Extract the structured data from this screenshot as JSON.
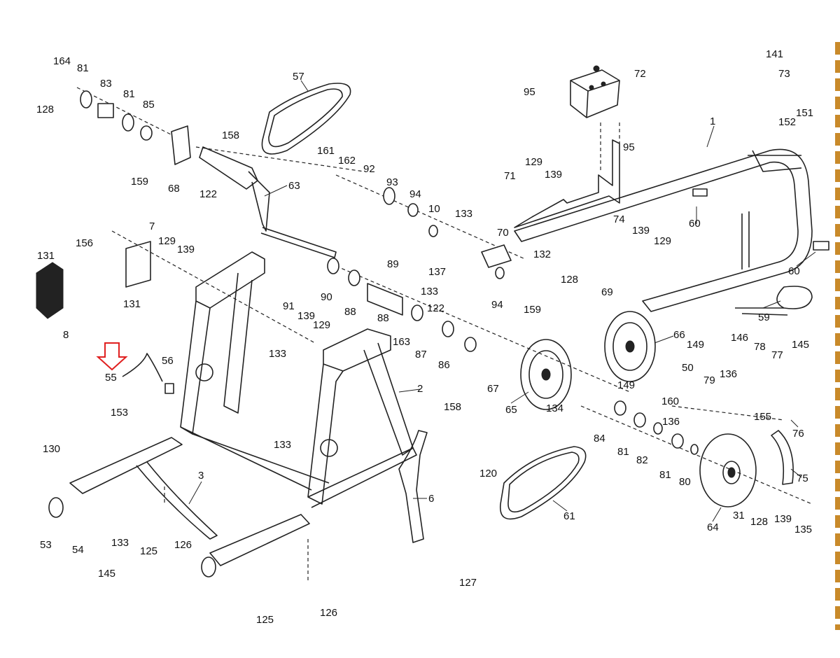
{
  "diagram": {
    "type": "exploded-parts-diagram",
    "highlight_color": "#e02020",
    "highlighted_part": "55",
    "edge_color": "#c98a2a",
    "parts": [
      {
        "id": "1"
      },
      {
        "id": "2"
      },
      {
        "id": "3"
      },
      {
        "id": "6"
      },
      {
        "id": "7"
      },
      {
        "id": "8"
      },
      {
        "id": "10"
      },
      {
        "id": "31"
      },
      {
        "id": "50"
      },
      {
        "id": "53"
      },
      {
        "id": "54"
      },
      {
        "id": "55"
      },
      {
        "id": "56"
      },
      {
        "id": "57"
      },
      {
        "id": "59"
      },
      {
        "id": "60a"
      },
      {
        "id": "60b"
      },
      {
        "id": "61"
      },
      {
        "id": "63"
      },
      {
        "id": "64"
      },
      {
        "id": "65"
      },
      {
        "id": "66"
      },
      {
        "id": "67"
      },
      {
        "id": "68"
      },
      {
        "id": "69"
      },
      {
        "id": "70"
      },
      {
        "id": "71"
      },
      {
        "id": "72"
      },
      {
        "id": "73"
      },
      {
        "id": "74"
      },
      {
        "id": "75"
      },
      {
        "id": "76"
      },
      {
        "id": "77"
      },
      {
        "id": "78"
      },
      {
        "id": "79"
      },
      {
        "id": "80"
      },
      {
        "id": "81a"
      },
      {
        "id": "81b"
      },
      {
        "id": "81c"
      },
      {
        "id": "81d"
      },
      {
        "id": "82"
      },
      {
        "id": "83"
      },
      {
        "id": "84"
      },
      {
        "id": "85"
      },
      {
        "id": "86"
      },
      {
        "id": "87"
      },
      {
        "id": "88a"
      },
      {
        "id": "88b"
      },
      {
        "id": "89"
      },
      {
        "id": "90"
      },
      {
        "id": "91"
      },
      {
        "id": "92"
      },
      {
        "id": "93"
      },
      {
        "id": "94a"
      },
      {
        "id": "94b"
      },
      {
        "id": "95a"
      },
      {
        "id": "95b"
      },
      {
        "id": "120"
      },
      {
        "id": "122a"
      },
      {
        "id": "122b"
      },
      {
        "id": "125a"
      },
      {
        "id": "125b"
      },
      {
        "id": "126a"
      },
      {
        "id": "126b"
      },
      {
        "id": "127"
      },
      {
        "id": "128a"
      },
      {
        "id": "128b"
      },
      {
        "id": "128c"
      },
      {
        "id": "129a"
      },
      {
        "id": "129b"
      },
      {
        "id": "129c"
      },
      {
        "id": "129d"
      },
      {
        "id": "130"
      },
      {
        "id": "131a"
      },
      {
        "id": "131b"
      },
      {
        "id": "132"
      },
      {
        "id": "133a"
      },
      {
        "id": "133b"
      },
      {
        "id": "133c"
      },
      {
        "id": "133d"
      },
      {
        "id": "133e"
      },
      {
        "id": "134"
      },
      {
        "id": "135"
      },
      {
        "id": "136a"
      },
      {
        "id": "136b"
      },
      {
        "id": "137"
      },
      {
        "id": "139a"
      },
      {
        "id": "139b"
      },
      {
        "id": "139c"
      },
      {
        "id": "139d"
      },
      {
        "id": "139e"
      },
      {
        "id": "141"
      },
      {
        "id": "145a"
      },
      {
        "id": "145b"
      },
      {
        "id": "146"
      },
      {
        "id": "149a"
      },
      {
        "id": "149b"
      },
      {
        "id": "151"
      },
      {
        "id": "152"
      },
      {
        "id": "153"
      },
      {
        "id": "155"
      },
      {
        "id": "156"
      },
      {
        "id": "158a"
      },
      {
        "id": "158b"
      },
      {
        "id": "159a"
      },
      {
        "id": "159b"
      },
      {
        "id": "160"
      },
      {
        "id": "161"
      },
      {
        "id": "162"
      },
      {
        "id": "163"
      },
      {
        "id": "164"
      }
    ],
    "labels": {
      "1": "1",
      "2": "2",
      "3": "3",
      "6": "6",
      "7": "7",
      "8": "8",
      "10": "10",
      "31": "31",
      "50": "50",
      "53": "53",
      "54": "54",
      "55": "55",
      "56": "56",
      "57": "57",
      "59": "59",
      "60a": "60",
      "60b": "60",
      "61": "61",
      "63": "63",
      "64": "64",
      "65": "65",
      "66": "66",
      "67": "67",
      "68": "68",
      "69": "69",
      "70": "70",
      "71": "71",
      "72": "72",
      "73": "73",
      "74": "74",
      "75": "75",
      "76": "76",
      "77": "77",
      "78": "78",
      "79": "79",
      "80": "80",
      "81a": "81",
      "81b": "81",
      "81c": "81",
      "81d": "81",
      "82": "82",
      "83": "83",
      "84": "84",
      "85": "85",
      "86": "86",
      "87": "87",
      "88a": "88",
      "88b": "88",
      "89": "89",
      "90": "90",
      "91": "91",
      "92": "92",
      "93": "93",
      "94a": "94",
      "94b": "94",
      "95a": "95",
      "95b": "95",
      "120": "120",
      "122a": "122",
      "122b": "122",
      "125a": "125",
      "125b": "125",
      "126a": "126",
      "126b": "126",
      "127": "127",
      "128a": "128",
      "128b": "128",
      "128c": "128",
      "129a": "129",
      "129b": "129",
      "129c": "129",
      "129d": "129",
      "130": "130",
      "131a": "131",
      "131b": "131",
      "132": "132",
      "133a": "133",
      "133b": "133",
      "133c": "133",
      "133d": "133",
      "133e": "133",
      "134": "134",
      "135": "135",
      "136a": "136",
      "136b": "136",
      "137": "137",
      "139a": "139",
      "139b": "139",
      "139c": "139",
      "139d": "139",
      "139e": "139",
      "141": "141",
      "145a": "145",
      "145b": "145",
      "146": "146",
      "149a": "149",
      "149b": "149",
      "151": "151",
      "152": "152",
      "153": "153",
      "155": "155",
      "156": "156",
      "158a": "158",
      "158b": "158",
      "159a": "159",
      "159b": "159",
      "160": "160",
      "161": "161",
      "162": "162",
      "163": "163",
      "164": "164"
    }
  }
}
